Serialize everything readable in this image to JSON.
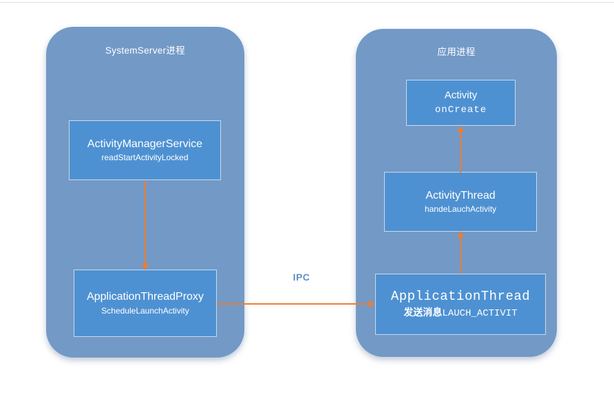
{
  "colors": {
    "container_fill": "#7399C6",
    "box_fill": "#4E91D2",
    "box_border": "#C9DAEB",
    "arrow": "#ED7D31",
    "ipc_text": "#5E8FC7",
    "text": "#FFFFFF",
    "top_line": "#E2E2E2"
  },
  "left_process": {
    "title": "SystemServer进程",
    "ams": {
      "title": "ActivityManagerService",
      "subtitle": "readStartActivityLocked"
    },
    "proxy": {
      "title": "ApplicationThreadProxy",
      "subtitle": "ScheduleLaunchActivity"
    }
  },
  "right_process": {
    "title": "应用进程",
    "activity": {
      "title": "Activity",
      "subtitle": "onCreate"
    },
    "activity_thread": {
      "title": "ActivityThread",
      "subtitle": "handeLauchActivity"
    },
    "application_thread": {
      "title": "ApplicationThread",
      "subtitle_cn": "发送消息",
      "subtitle_code": "LAUCH_ACTIVIT"
    }
  },
  "labels": {
    "ipc": "IPC"
  }
}
